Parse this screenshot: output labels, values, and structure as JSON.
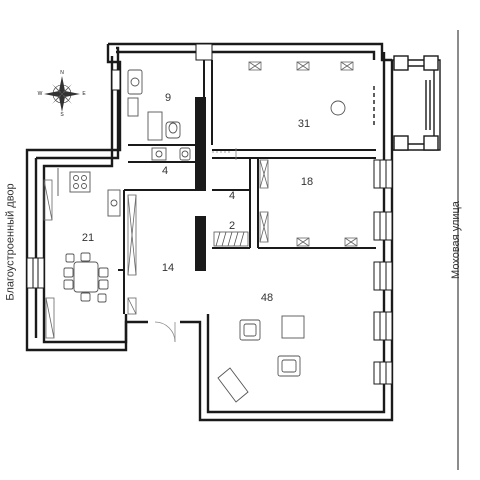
{
  "rooms": [
    {
      "id": "bath",
      "label": "9"
    },
    {
      "id": "wc",
      "label": "4"
    },
    {
      "id": "hall-a",
      "label": "4"
    },
    {
      "id": "hall-b",
      "label": "2"
    },
    {
      "id": "room-31",
      "label": "31"
    },
    {
      "id": "room-18",
      "label": "18"
    },
    {
      "id": "kitchen",
      "label": "21"
    },
    {
      "id": "corridor",
      "label": "14"
    },
    {
      "id": "living",
      "label": "48"
    }
  ],
  "streets": {
    "left": "Благоустроенный двор",
    "right": "Моховая улица"
  },
  "compass": {
    "n": "N",
    "s": "S",
    "e": "E",
    "w": "W"
  },
  "colors": {
    "wall": "#1a1a1a",
    "furniture": "#555555",
    "accent": "#888888"
  }
}
